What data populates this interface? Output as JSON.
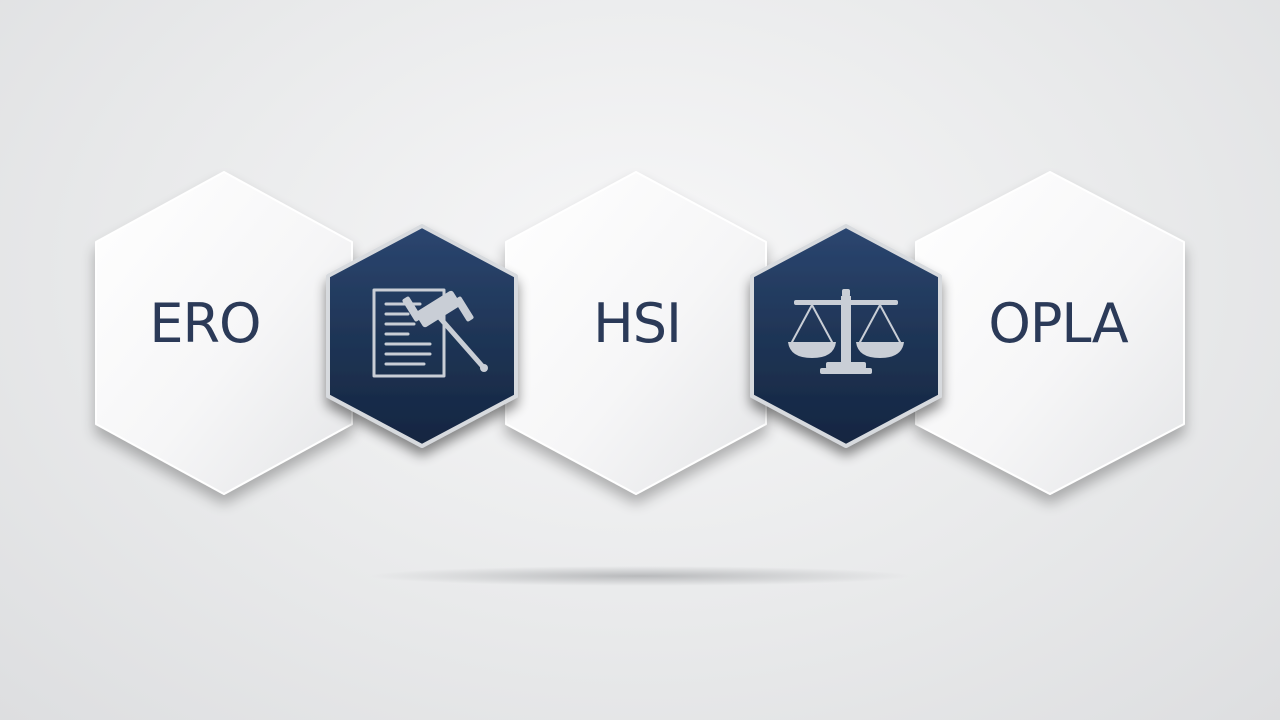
{
  "diagram": {
    "nodes": [
      {
        "id": "ero",
        "label": "ERO"
      },
      {
        "id": "hsi",
        "label": "HSI"
      },
      {
        "id": "opla",
        "label": "OPLA"
      }
    ],
    "connectors": [
      {
        "id": "gavel",
        "icon": "gavel-document-icon"
      },
      {
        "id": "scales",
        "icon": "scales-of-justice-icon"
      }
    ],
    "colors": {
      "light_hex": "#ffffff",
      "dark_hex": "#1f3556",
      "label": "#2b3a58",
      "icon": "#c9ced6"
    }
  }
}
